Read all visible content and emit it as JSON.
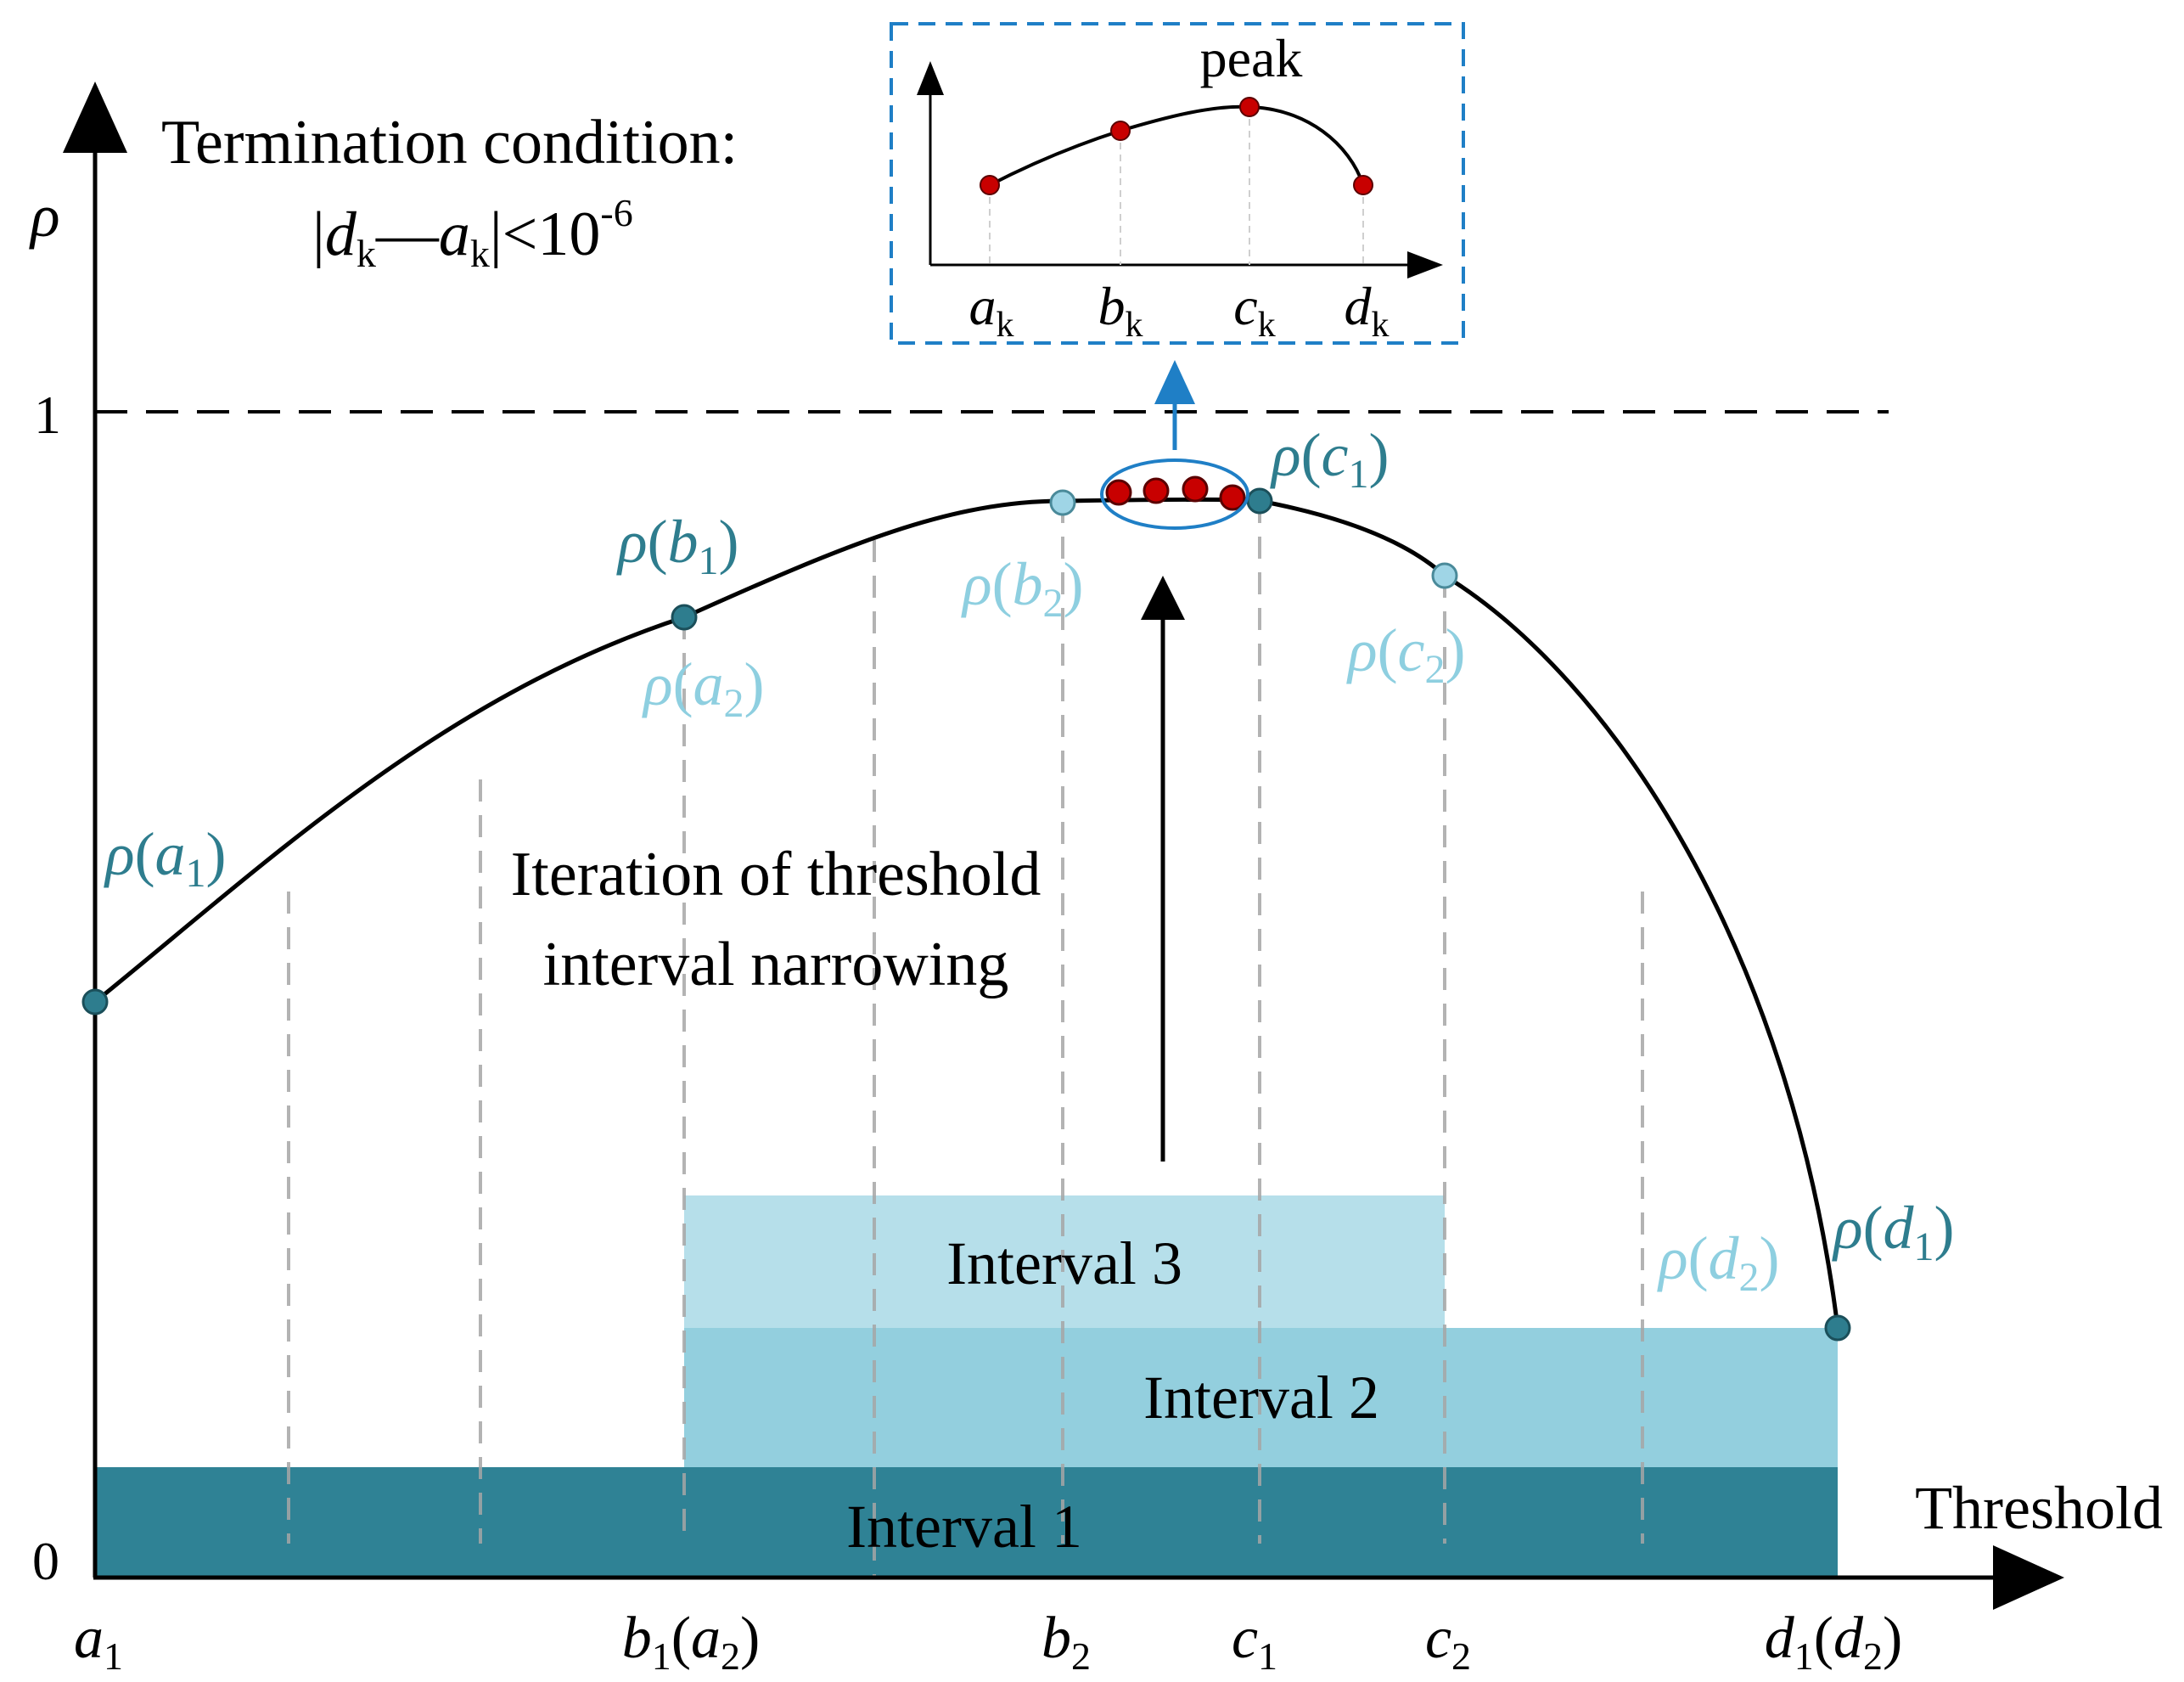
{
  "termination": {
    "title": "Termination condition:",
    "bar": "|",
    "d": "d",
    "a": "a",
    "sub": "k",
    "minus": "—",
    "lt_ten": "<10",
    "exponent": "-6"
  },
  "axes": {
    "y_label": "ρ",
    "x_label": "Threshold",
    "y_tick_1": "1",
    "y_tick_0": "0"
  },
  "x_ticks": {
    "a1": {
      "v": "a",
      "s": "1"
    },
    "b1a2": {
      "v1": "b",
      "s1": "1",
      "open": "(",
      "v2": "a",
      "s2": "2",
      "close": ")"
    },
    "b2": {
      "v": "b",
      "s": "2"
    },
    "c1": {
      "v": "c",
      "s": "1"
    },
    "c2": {
      "v": "c",
      "s": "2"
    },
    "d1d2": {
      "v1": "d",
      "s1": "1",
      "open": "(",
      "v2": "d",
      "s2": "2",
      "close": ")"
    }
  },
  "point_labels": {
    "rho": "ρ",
    "open": "(",
    "close": ")",
    "a1": {
      "v": "a",
      "s": "1"
    },
    "b1": {
      "v": "b",
      "s": "1"
    },
    "a2": {
      "v": "a",
      "s": "2"
    },
    "b2": {
      "v": "b",
      "s": "2"
    },
    "c1": {
      "v": "c",
      "s": "1"
    },
    "c2": {
      "v": "c",
      "s": "2"
    },
    "d1": {
      "v": "d",
      "s": "1"
    },
    "d2": {
      "v": "d",
      "s": "2"
    }
  },
  "intervals": {
    "interval1": "Interval 1",
    "interval2": "Interval 2",
    "interval3": "Interval 3"
  },
  "iteration_text": {
    "line1": "Iteration of threshold",
    "line2": "interval narrowing"
  },
  "inset": {
    "peak": "peak",
    "ak": {
      "v": "a",
      "s": "k"
    },
    "bk": {
      "v": "b",
      "s": "k"
    },
    "ck": {
      "v": "c",
      "s": "k"
    },
    "dk": {
      "v": "d",
      "s": "k"
    }
  },
  "colors": {
    "dark_teal": "#2f8295",
    "mid_teal": "#93cfde",
    "light_teal": "#b6dfea",
    "dark_point": "#2e7d8e",
    "light_point": "#9fd5e6",
    "red_point": "#c80000",
    "blue_accent": "#1f7fc6",
    "dark_label": "#2e7d8e",
    "light_label": "#8ecfe0"
  }
}
